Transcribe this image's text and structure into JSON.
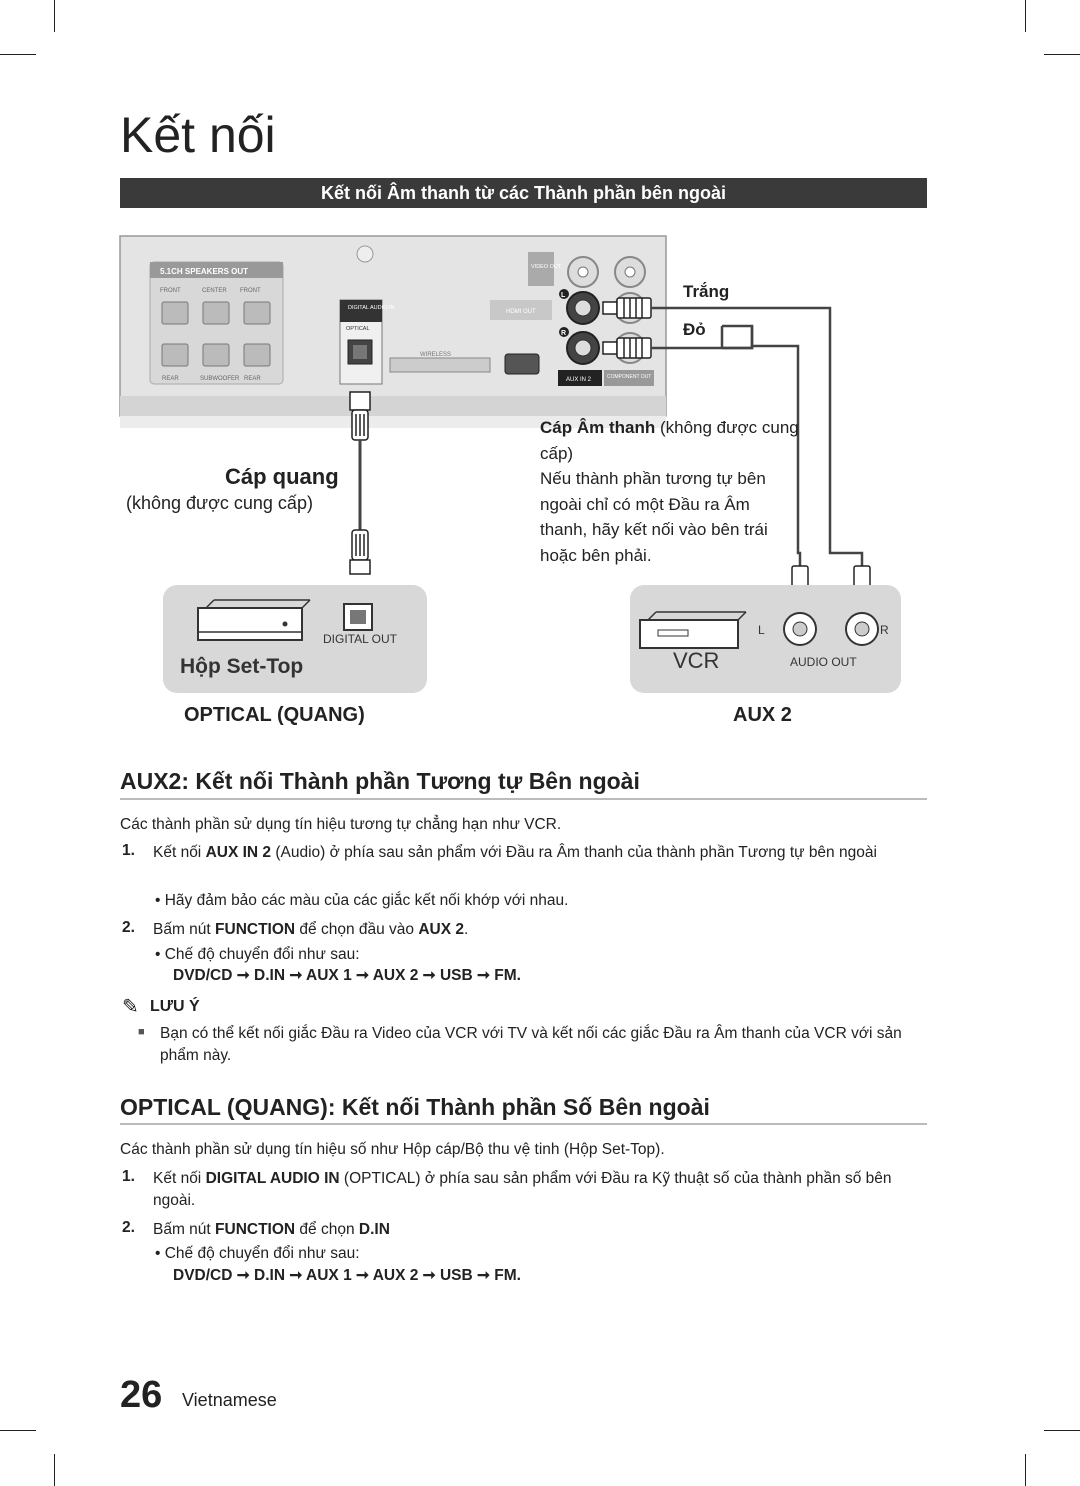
{
  "page_title": "Kết nối",
  "section_band": "Kết nối Âm thanh từ các Thành phần bên ngoài",
  "diagram": {
    "panel": {
      "speakers_out": "5.1CH SPEAKERS OUT",
      "front": "FRONT",
      "center": "CENTER",
      "rear": "REAR",
      "subwoofer": "SUBWOOFER",
      "digital_audio_in": "DIGITAL AUDIO IN",
      "optical": "OPTICAL",
      "wireless": "WIRELESS",
      "hdmi_out": "HDMI OUT",
      "video_out": "VIDEO OUT",
      "aux_in_2": "AUX IN 2",
      "component_out": "COMPONENT OUT",
      "l": "L",
      "r": "R"
    },
    "white_label": "Trắng",
    "red_label": "Đỏ",
    "optical_cable_title": "Cáp quang",
    "optical_cable_note": "(không được cung cấp)",
    "audio_cable_bold": "Cáp Âm thanh",
    "audio_cable_rest": " (không được cung cấp)",
    "audio_cable_line2": "Nếu thành phần tương tự bên",
    "audio_cable_line3": "ngoài chỉ có một Đầu ra Âm",
    "audio_cable_line4": "thanh, hãy kết nối vào bên trái",
    "audio_cable_line5": "hoặc bên phải.",
    "settop_label": "Hộp Set-Top",
    "digital_out": "DIGITAL OUT",
    "vcr_label": "VCR",
    "audio_out": "AUDIO OUT",
    "vcr_l": "L",
    "vcr_r": "R",
    "optical_caption": "OPTICAL (QUANG)",
    "aux_caption": "AUX 2"
  },
  "aux2": {
    "heading": "AUX2: Kết nối Thành phần Tương tự Bên ngoài",
    "intro": "Các thành phần sử dụng tín hiệu tương tự chẳng hạn như VCR.",
    "step1_num": "1.",
    "step1_a": "Kết nối ",
    "step1_b": "AUX IN 2",
    "step1_c": " (Audio) ở phía sau sản phẩm với Đầu ra Âm thanh của thành phần Tương tự bên ngoài",
    "step1_bullet": "Hãy đảm bảo các màu của các giắc kết nối khớp với nhau.",
    "step2_num": "2.",
    "step2_a": "Bấm nút ",
    "step2_b": "FUNCTION",
    "step2_c": " để chọn đầu vào ",
    "step2_d": "AUX 2",
    "step2_e": ".",
    "step2_bullet": "Chế độ chuyển đổi như sau:",
    "sequence": "DVD/CD ➞ D.IN ➞ AUX 1 ➞ AUX 2 ➞ USB  ➞ FM.",
    "note_title": "LƯU Ý",
    "note_text": "Bạn có thể kết nối giắc Đầu ra Video của VCR với TV và kết nối các giắc Đầu ra Âm thanh của VCR với sản phẩm này."
  },
  "optical": {
    "heading": "OPTICAL (QUANG): Kết nối Thành phần Số Bên ngoài",
    "intro": "Các thành phần sử dụng tín hiệu số như Hộp cáp/Bộ thu vệ tinh (Hộp Set-Top).",
    "step1_num": "1.",
    "step1_a": "Kết nối ",
    "step1_b": "DIGITAL AUDIO IN",
    "step1_c": " (OPTICAL) ở phía sau sản phẩm với Đầu ra Kỹ thuật số của thành phần số bên ngoài.",
    "step2_num": "2.",
    "step2_a": "Bấm nút ",
    "step2_b": "FUNCTION",
    "step2_c": " để chọn ",
    "step2_d": "D.IN",
    "step2_bullet": "Chế độ chuyển đổi như sau:",
    "sequence": "DVD/CD ➞ D.IN ➞ AUX 1 ➞ AUX 2 ➞ USB ➞ FM."
  },
  "footer": {
    "page_number": "26",
    "language": "Vietnamese"
  }
}
